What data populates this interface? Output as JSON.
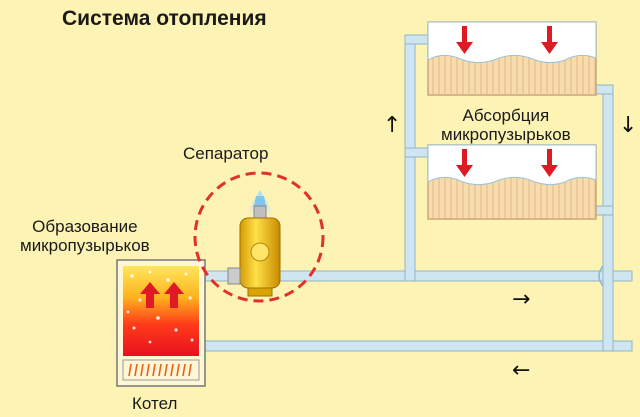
{
  "title": "Система  отопления",
  "labels": {
    "separator": "Сепаратор",
    "formation_line1": "Образование",
    "formation_line2": "микропузырьков",
    "absorption_line1": "Абсорбция",
    "absorption_line2": "микропузырьков",
    "boiler": "Котел"
  },
  "flow_arrows": {
    "supply": "→",
    "return": "←",
    "riser_up": "↑",
    "riser_down": "↓"
  },
  "colors": {
    "background": "#fdf3b4",
    "pipe": "#cfe6f0",
    "pipe_edge": "#8fb6c8",
    "hot_arrow": "#e01a25",
    "separator_ring": "#e0312a",
    "separator_body": "#f2c200"
  }
}
